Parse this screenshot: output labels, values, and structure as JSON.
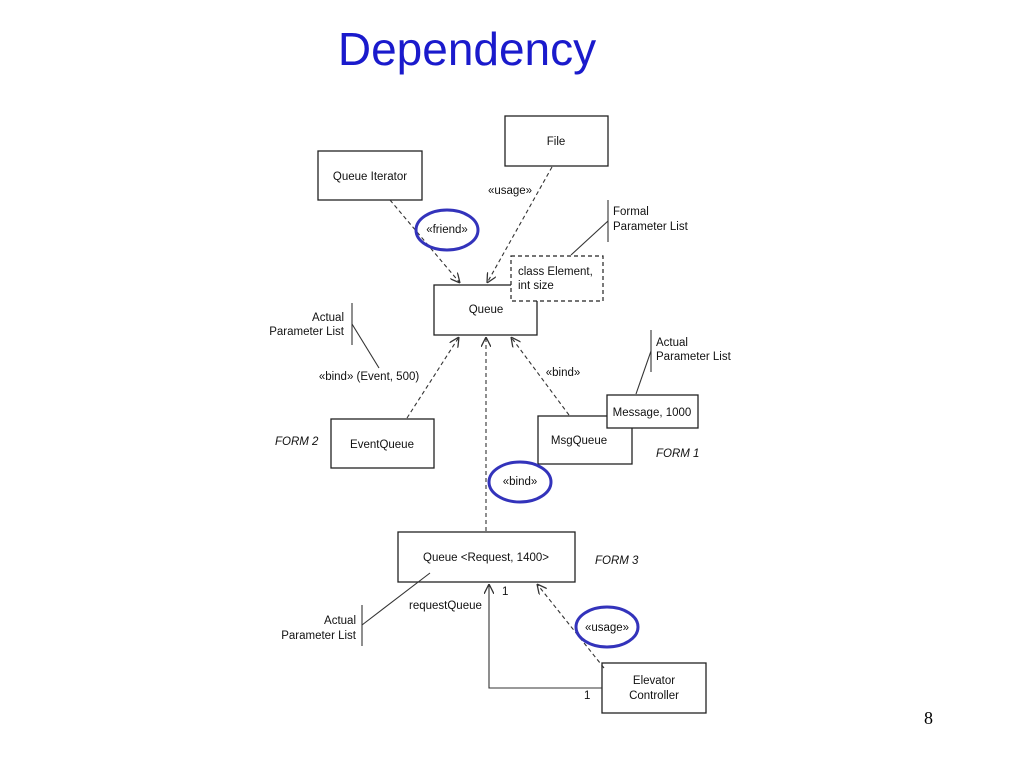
{
  "slide": {
    "title": "Dependency",
    "page_number": "8"
  },
  "colors": {
    "title": "#1a1acc",
    "highlight_ring": "#3333bb"
  },
  "diagram": {
    "classes": {
      "queue_iterator": "Queue Iterator",
      "file": "File",
      "queue": "Queue",
      "template_params": [
        "class Element,",
        "int size"
      ],
      "event_queue": "EventQueue",
      "msg_queue": "MsgQueue",
      "message_param": "Message, 1000",
      "queue_request": "Queue <Request, 1400>",
      "elevator_controller": [
        "Elevator",
        "Controller"
      ]
    },
    "stereotypes": {
      "friend": "«friend»",
      "usage_file": "«usage»",
      "bind_event": "«bind» (Event, 500)",
      "bind_msg": "«bind»",
      "bind_request": "«bind»",
      "usage_elevator": "«usage»"
    },
    "notes": {
      "formal_params": [
        "Formal",
        "Parameter List"
      ],
      "actual_params_left": [
        "Actual",
        "Parameter List"
      ],
      "actual_params_right": [
        "Actual",
        "Parameter List"
      ],
      "actual_params_bottom": [
        "Actual",
        "Parameter List"
      ]
    },
    "forms": {
      "form1": "FORM 1",
      "form2": "FORM 2",
      "form3": "FORM 3"
    },
    "association": {
      "role": "requestQueue",
      "mult_queue_end": "1",
      "mult_elevator_end": "1"
    }
  }
}
